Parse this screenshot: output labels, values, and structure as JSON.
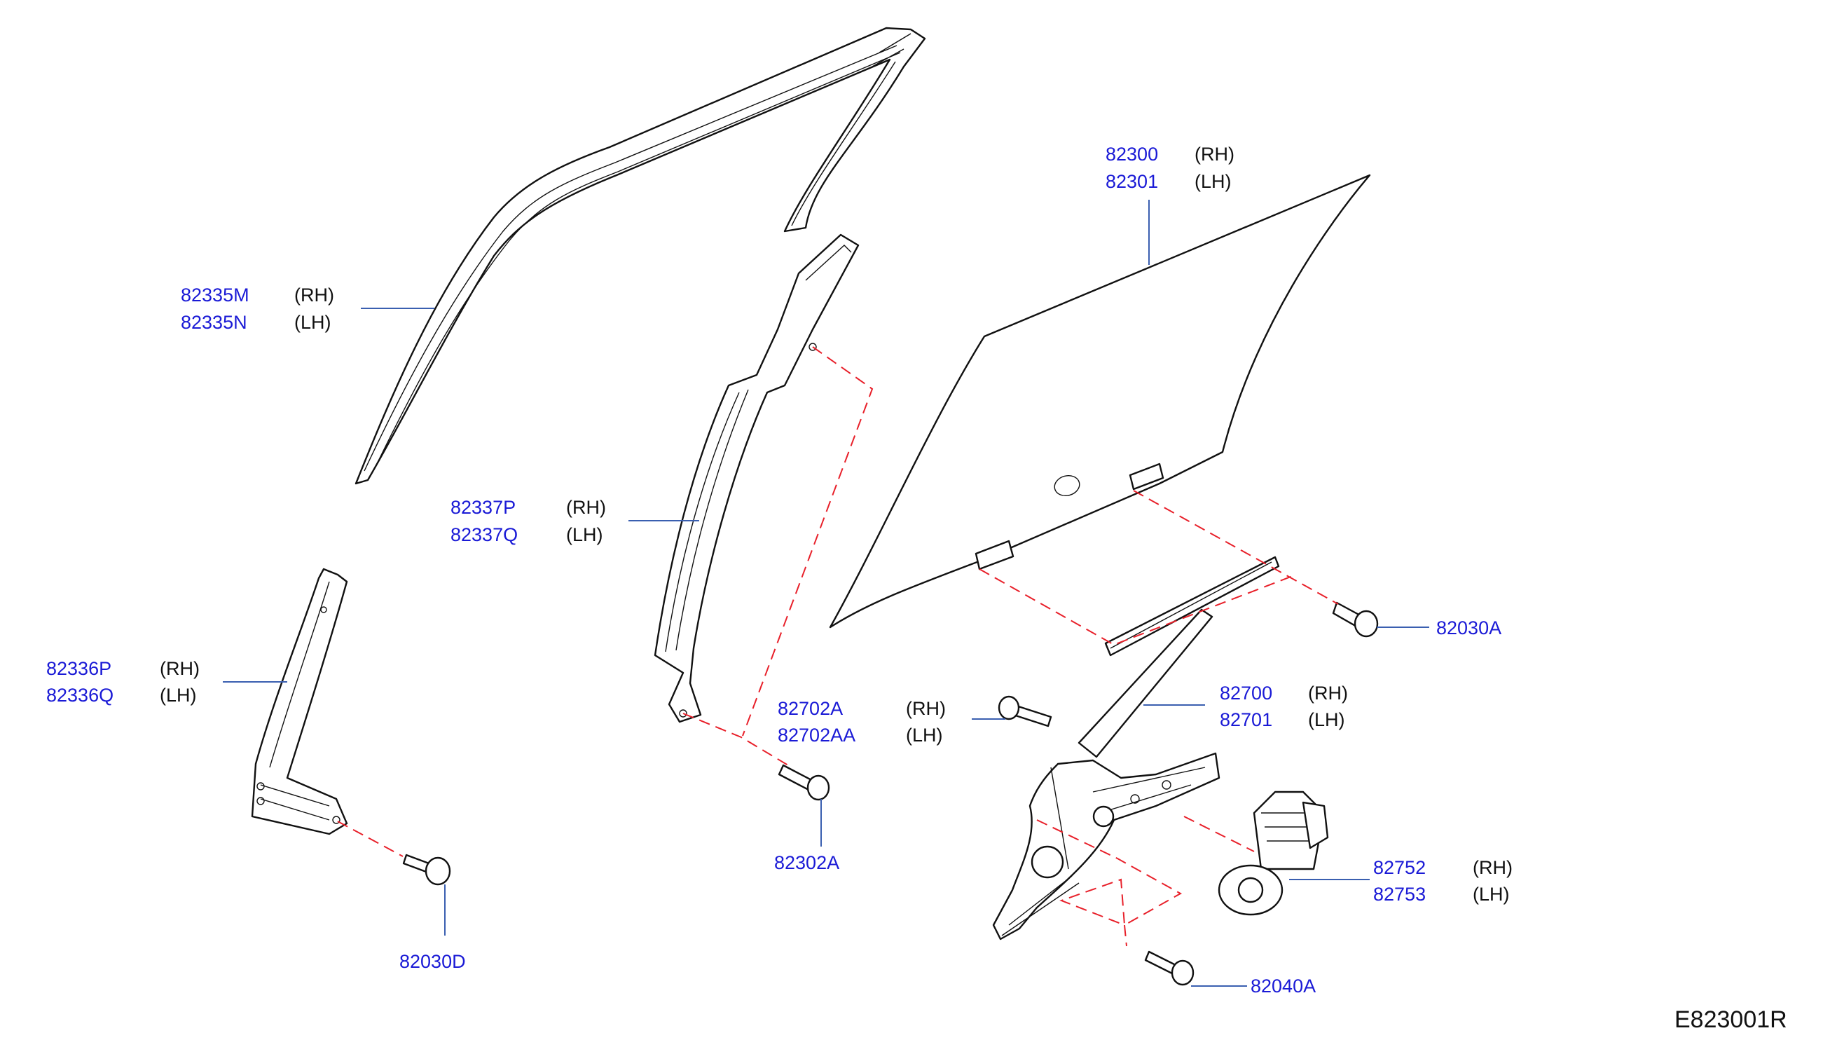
{
  "diagram_code": "E823001R",
  "callouts": [
    {
      "parts": [
        "82300",
        "82301"
      ],
      "sides": [
        "(RH)",
        "(LH)"
      ]
    },
    {
      "parts": [
        "82335M",
        "82335N"
      ],
      "sides": [
        "(RH)",
        "(LH)"
      ]
    },
    {
      "parts": [
        "82337P",
        "82337Q"
      ],
      "sides": [
        "(RH)",
        "(LH)"
      ]
    },
    {
      "parts": [
        "82336P",
        "82336Q"
      ],
      "sides": [
        "(RH)",
        "(LH)"
      ]
    },
    {
      "parts": [
        "82702A",
        "82702AA"
      ],
      "sides": [
        "(RH)",
        "(LH)"
      ]
    },
    {
      "parts": [
        "82700",
        "82701"
      ],
      "sides": [
        "(RH)",
        "(LH)"
      ]
    },
    {
      "parts": [
        "82752",
        "82753"
      ],
      "sides": [
        "(RH)",
        "(LH)"
      ]
    },
    {
      "parts": [
        "82030A"
      ],
      "sides": []
    },
    {
      "parts": [
        "82302A"
      ],
      "sides": []
    },
    {
      "parts": [
        "82030D"
      ],
      "sides": []
    },
    {
      "parts": [
        "82040A"
      ],
      "sides": []
    }
  ],
  "colors": {
    "part_number": "#1a1ad6",
    "leader": "#3a5fb0",
    "dashed_guide": "#e8202a",
    "outline": "#111111"
  }
}
